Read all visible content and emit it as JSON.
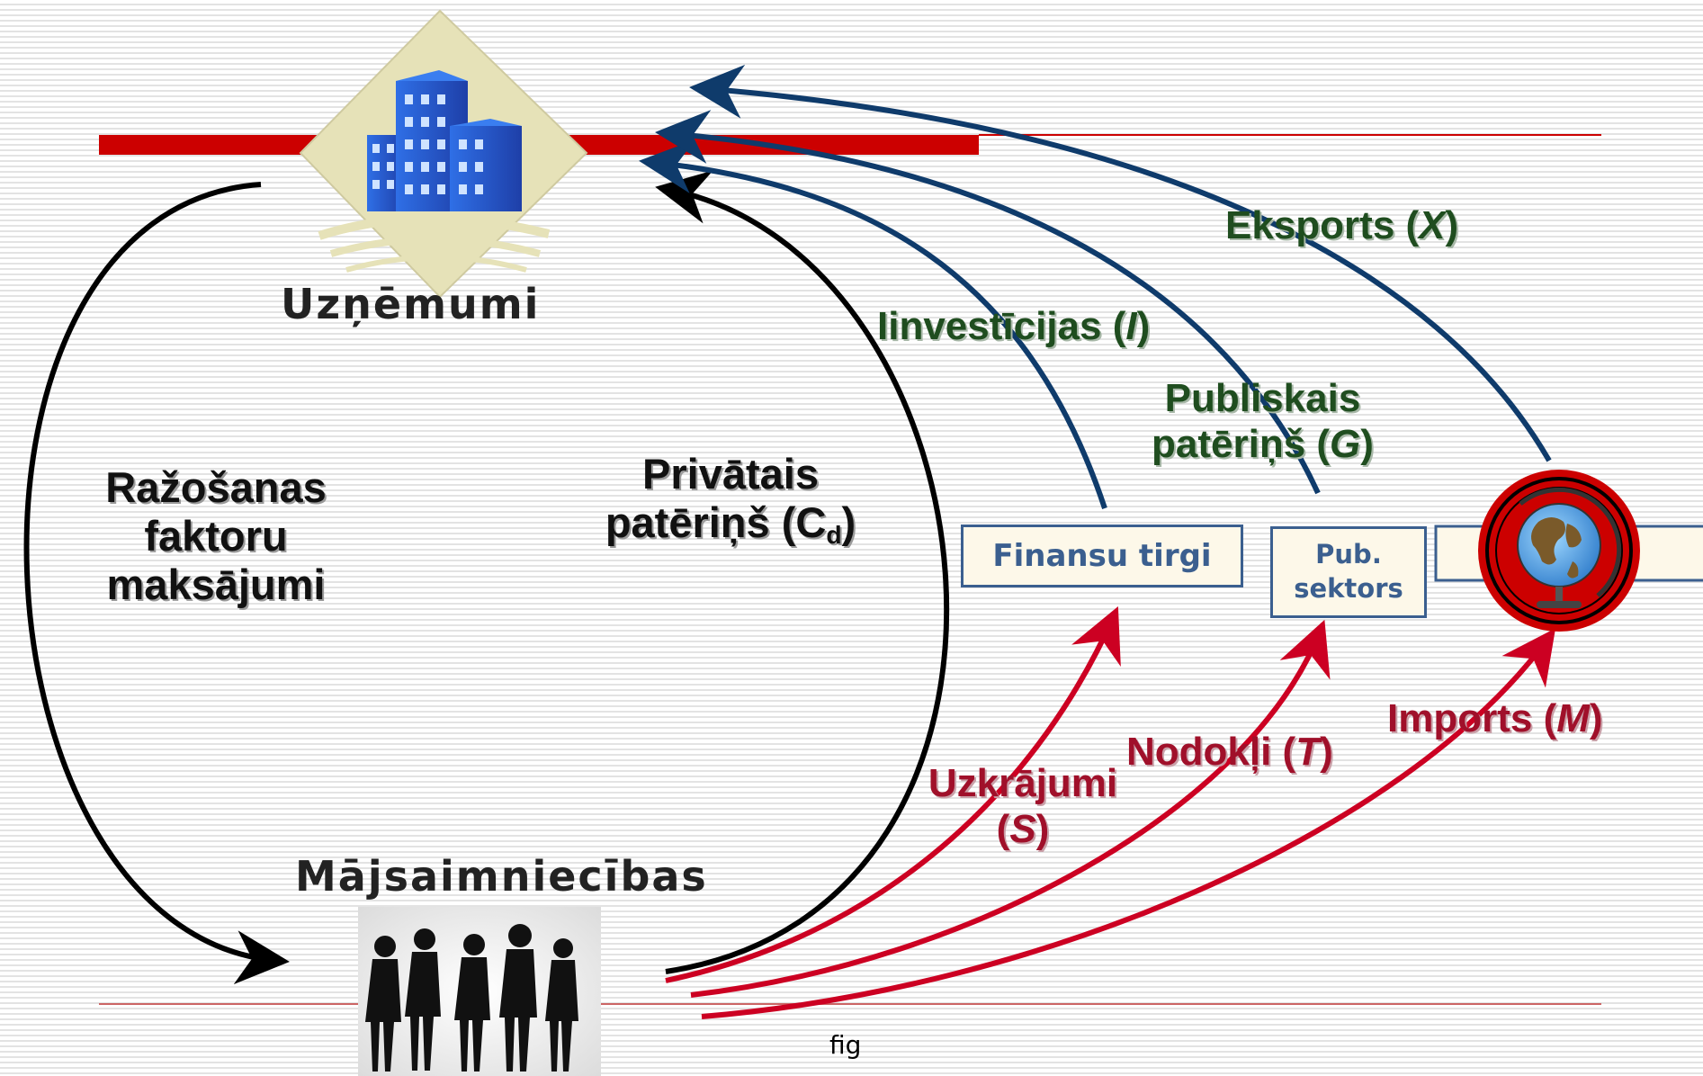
{
  "nodes": {
    "firms": "Uzņēmumi",
    "households": "Mājsaimniecības",
    "financial_markets": "Finansu tirgi",
    "public_sector_line1": "Pub.",
    "public_sector_line2": "sektors"
  },
  "flows": {
    "factor_payments": [
      "Ražošanas",
      "faktoru",
      "maksājumi"
    ],
    "private_consumption": {
      "line1": "Privātais",
      "line2_text": "patēriņš (C",
      "line2_sub": "d",
      "line2_end": ")"
    },
    "investment": {
      "text": "Iinvestīcijas (",
      "var": "I",
      "end": ")"
    },
    "public_consumption": {
      "line1": "Publiskais",
      "line2_text": "patēriņš (",
      "var": "G",
      "end": ")"
    },
    "exports": {
      "text": "Eksports (",
      "var": "X",
      "end": ")"
    },
    "savings": {
      "line1": "Uzkrājumi",
      "line2_open": "(",
      "var": "S",
      "end": ")"
    },
    "taxes": {
      "text": "Nodokļi (",
      "var": "T",
      "end": ")"
    },
    "imports": {
      "text": "Imports (",
      "var": "M",
      "end": ")"
    }
  },
  "caption": "fig",
  "icons": [
    "office-buildings-icon",
    "globe-icon",
    "people-silhouettes-icon"
  ],
  "colors": {
    "red_bar": "#cc0000",
    "blue_arrow": "#0f3b6b",
    "red_arrow": "#cc0022",
    "green_text": "#1f4d1f",
    "red_text": "#a0102a"
  }
}
